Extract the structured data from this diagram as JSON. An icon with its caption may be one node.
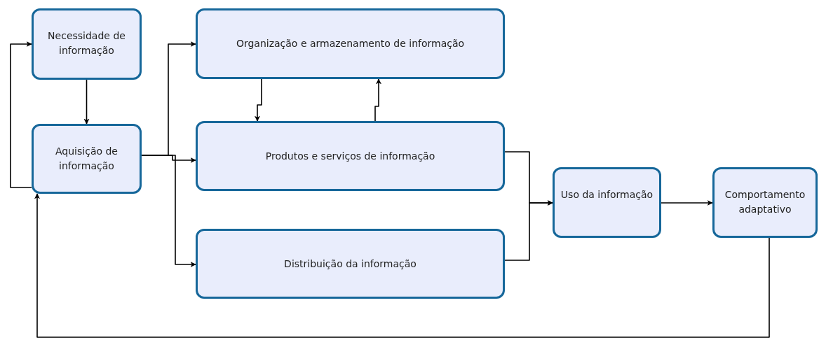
{
  "diagram": {
    "nodes": [
      {
        "text": [
          "Necessidade de informação"
        ]
      },
      {
        "text": [
          "Aquisição de informação"
        ]
      },
      {
        "text": [
          "Organização e armazenamento de informação"
        ]
      },
      {
        "text": [
          "Produtos e serviços de informação"
        ]
      },
      {
        "text": [
          "Distribuição da informação"
        ]
      },
      {
        "text": [
          "Uso da informação"
        ]
      },
      {
        "text": [
          "Comportamento adaptativo"
        ]
      }
    ],
    "edges": [
      {
        "from": 0,
        "to": 1,
        "arrow": "to"
      },
      {
        "from": 1,
        "to": 0,
        "arrow": "to"
      },
      {
        "from": 1,
        "to": 2,
        "arrow": "to"
      },
      {
        "from": 1,
        "to": 3,
        "arrow": "to"
      },
      {
        "from": 1,
        "to": 4,
        "arrow": "to"
      },
      {
        "from": 2,
        "to": 3,
        "arrow": "to"
      },
      {
        "from": 3,
        "to": 2,
        "arrow": "to"
      },
      {
        "from": 3,
        "to": 5,
        "arrow": "to"
      },
      {
        "from": 4,
        "to": 5,
        "arrow": "to"
      },
      {
        "from": 5,
        "to": 6,
        "arrow": "to"
      },
      {
        "from": 6,
        "to": 1,
        "arrow": "to"
      }
    ]
  }
}
